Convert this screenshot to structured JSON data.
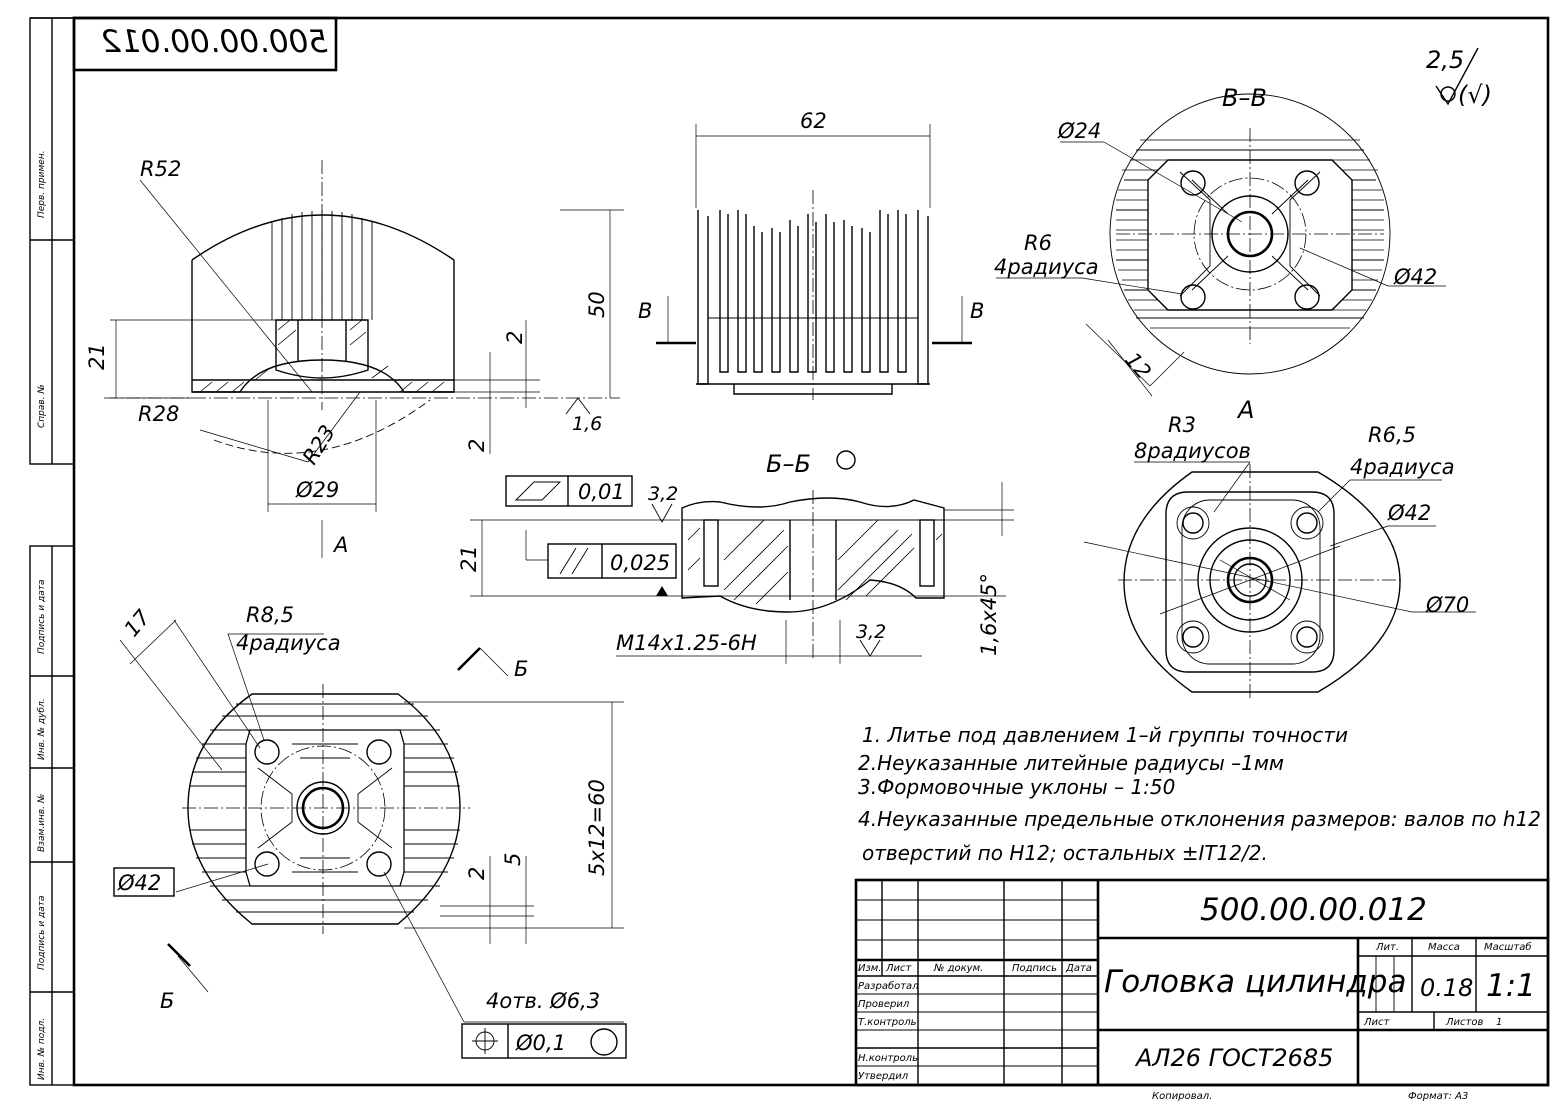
{
  "drawing": {
    "code": "500.00.00.012",
    "code_mirrored": "500.00.00.012",
    "title": "Головка цилиндра",
    "material": "АЛ26 ГОСТ2685",
    "mass": "0.18",
    "scale": "1:1",
    "copied": "Копировал.",
    "format": "Формат: А3",
    "roughness_general": "2,5",
    "roughness_general_sub": "(√)"
  },
  "title_block": {
    "headers": [
      "Изм.",
      "Лист",
      "№ докум.",
      "Подпись",
      "Дата"
    ],
    "roles": [
      "Разработал",
      "Проверил",
      "Т.контроль",
      "Н.контроль",
      "Утвердил"
    ],
    "lit_label": "Лит.",
    "mass_label": "Масса",
    "scale_label": "Масштаб",
    "sheet_label": "Лист",
    "sheets_label": "Листов",
    "sheets_value": "1"
  },
  "side_stamps": [
    "Перв. примен.",
    "Справ. №",
    "Подпись и дата",
    "Инв. № дубл.",
    "Взам.инв. №",
    "Подпись и дата",
    "Инв. № подл."
  ],
  "sections": {
    "bb": "В–В",
    "bsec": "Б–Б",
    "view_a": "А",
    "cut_b": "Б",
    "cut_v": "В",
    "arrow_a": "А"
  },
  "dims": {
    "r52": "R52",
    "r28": "R28",
    "r23": "R23",
    "d29": "Ø29",
    "d21a": "21",
    "d2a": "2",
    "d2b": "2",
    "d50": "50",
    "r16": "1,6",
    "d62": "62",
    "flat": "0,01",
    "par": "0,025",
    "d21b": "21",
    "r32a": "3,2",
    "r32b": "3,2",
    "thread": "M14x1.25-6H",
    "cham": "1,6x45°",
    "d24": "Ø24",
    "r6": "R6",
    "r6n": "4радиуса",
    "d42a": "Ø42",
    "d12": "12",
    "r3": "R3",
    "r3n": "8радиусов",
    "r65": "R6,5",
    "r65n": "4радиуса",
    "d42b": "Ø42",
    "d70": "Ø70",
    "d17": "17",
    "r85": "R8,5",
    "r85n": "4радиуса",
    "d42c": "Ø42",
    "d2c": "2",
    "d5": "5",
    "d560": "5x12=60",
    "holes": "4отв. Ø6,3",
    "pos": "Ø0,1"
  },
  "notes": [
    "1.  Литье под давлением 1–й группы точности",
    "2.Неуказанные литейные радиусы –1мм",
    "3.Формовочные уклоны – 1:50",
    "4.Неуказанные предельные отклонения размеров: валов по h12",
    " отверстий по H12;  остальных ±IT12/2."
  ]
}
